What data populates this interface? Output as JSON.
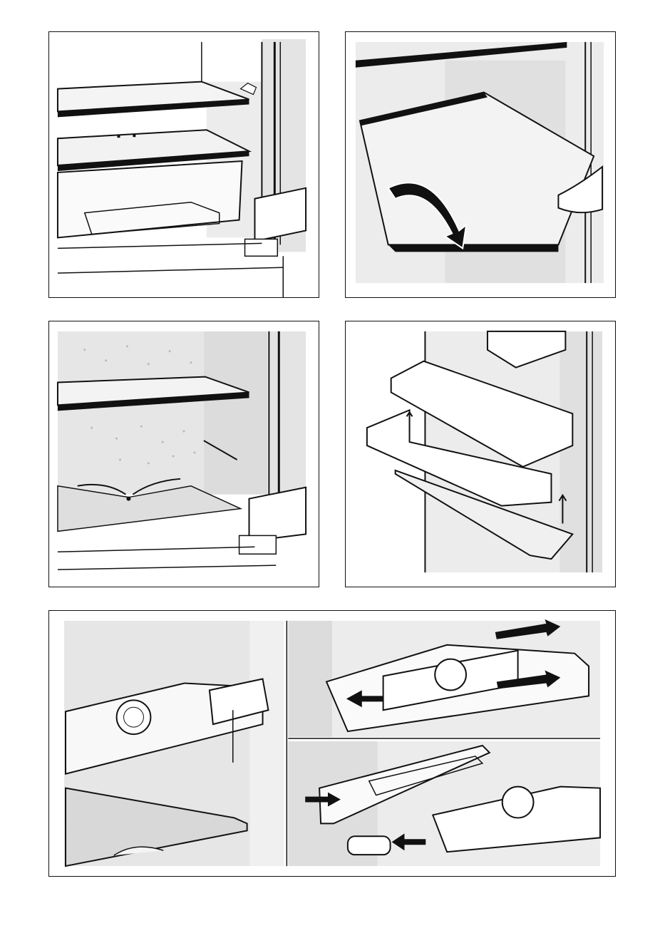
{
  "page": {
    "illustrations": [
      {
        "id": "shelf-removal"
      },
      {
        "id": "glass-shelf-tilt"
      },
      {
        "id": "defrost-drain"
      },
      {
        "id": "door-shelf-lift"
      },
      {
        "id": "air-filter-replacement"
      }
    ]
  },
  "colors": {
    "line": "#111111",
    "wall_shade": "#dcdcdc",
    "wall_light": "#ececec",
    "glass": "#f2f2f2",
    "arrow_fill": "#111111",
    "arrow_light": "#ffffff"
  }
}
